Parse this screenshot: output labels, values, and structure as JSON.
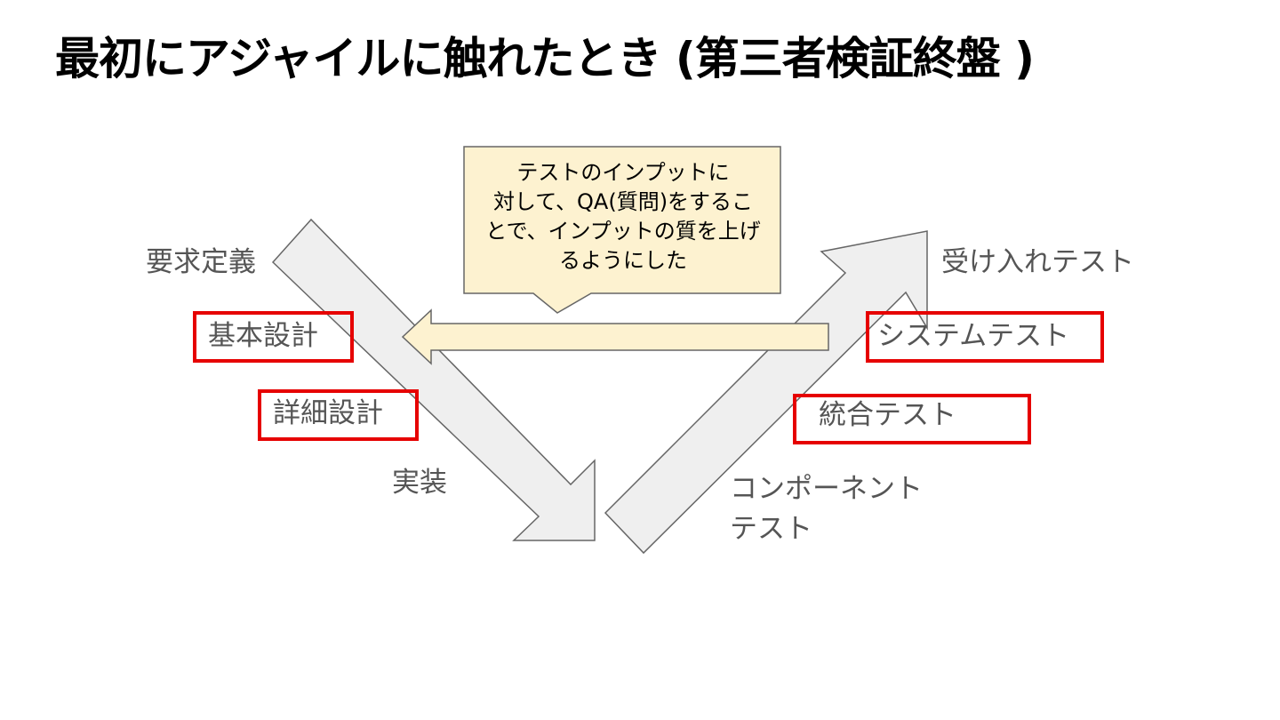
{
  "title": "最初にアジャイルに触れたとき (第三者検証終盤 )",
  "callout": {
    "lines": [
      "テストのインプットに",
      "対して、QA(質問)をするこ",
      "とで、インプットの質を上げ",
      "るようにした"
    ]
  },
  "left_stages": {
    "requirements": "要求定義",
    "basic_design": "基本設計",
    "detailed_design": "詳細設計",
    "implementation": "実装"
  },
  "right_stages": {
    "acceptance_test": "受け入れテスト",
    "system_test": "システムテスト",
    "integration_test": "統合テスト",
    "component_test_line1": "コンポーネント",
    "component_test_line2": "テスト"
  },
  "colors": {
    "highlight": "#e60000",
    "callout_fill": "#fdf2d0",
    "arrow_fill": "#efefef",
    "arrow_stroke": "#666666",
    "label_text": "#555555"
  }
}
